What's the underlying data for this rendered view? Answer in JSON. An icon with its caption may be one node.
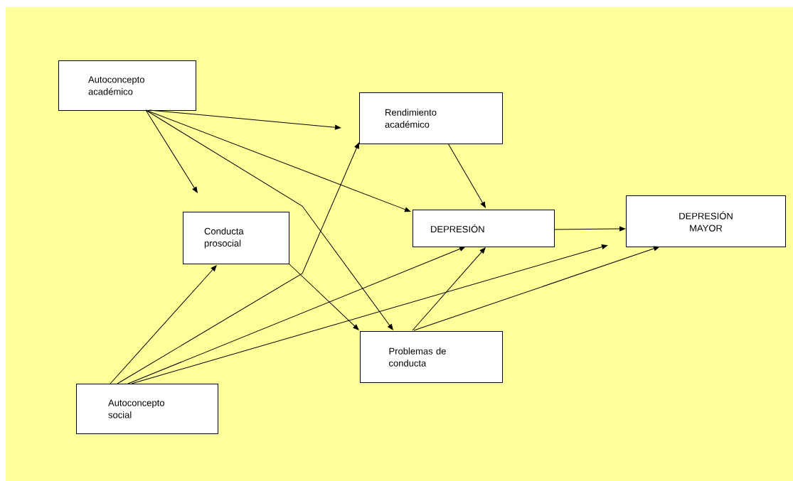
{
  "diagram": {
    "nodes": [
      {
        "text": [
          "Autoconcepto académico"
        ]
      },
      {
        "text": [
          "Rendimiento académico"
        ]
      },
      {
        "text": [
          "Conducta prosocial"
        ]
      },
      {
        "text": [
          "DEPRESIÓN"
        ]
      },
      {
        "text": [
          "DEPRESIÓN MAYOR"
        ]
      },
      {
        "text": [
          "Problemas de conducta"
        ]
      },
      {
        "text": [
          "Autoconcepto social"
        ]
      }
    ],
    "edges": [
      {
        "from": 0,
        "to": 1,
        "arrow": "to"
      },
      {
        "from": 0,
        "to": 2,
        "arrow": "to"
      },
      {
        "from": 0,
        "to": 3,
        "arrow": "to"
      },
      {
        "from": 0,
        "to": 5,
        "arrow": "to"
      },
      {
        "from": 1,
        "to": 3,
        "arrow": "to"
      },
      {
        "from": 2,
        "to": 5,
        "arrow": "to"
      },
      {
        "from": 3,
        "to": 4,
        "arrow": "to"
      },
      {
        "from": 6,
        "to": 2,
        "arrow": "to"
      },
      {
        "from": 6,
        "to": 1,
        "arrow": "to"
      },
      {
        "from": 6,
        "to": 3,
        "arrow": "to"
      },
      {
        "from": 6,
        "to": 4,
        "arrow": "to"
      },
      {
        "from": 5,
        "to": 3,
        "arrow": "to"
      },
      {
        "from": 5,
        "to": 4,
        "arrow": "to"
      }
    ]
  }
}
